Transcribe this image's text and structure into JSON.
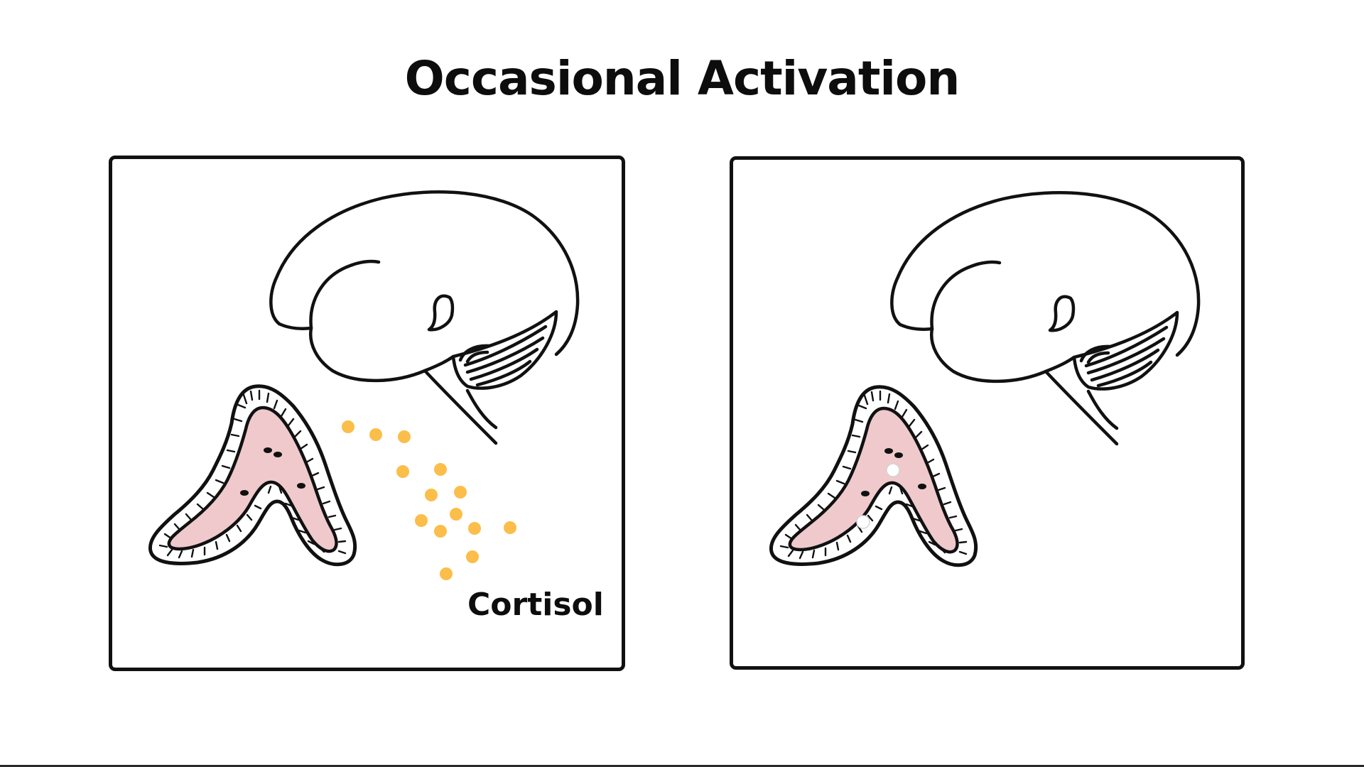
{
  "title": "Occasional Activation",
  "panels": [
    {
      "id": "left",
      "label": "Cortisol",
      "hormone_release": "active"
    },
    {
      "id": "right",
      "label": "",
      "hormone_release": "minimal"
    }
  ],
  "colors": {
    "outline": "#111111",
    "adrenal_medulla": "#efc9cc",
    "cortisol_dot": "#fbbe4a",
    "faint_dot_stroke": "#c8c8c8"
  }
}
